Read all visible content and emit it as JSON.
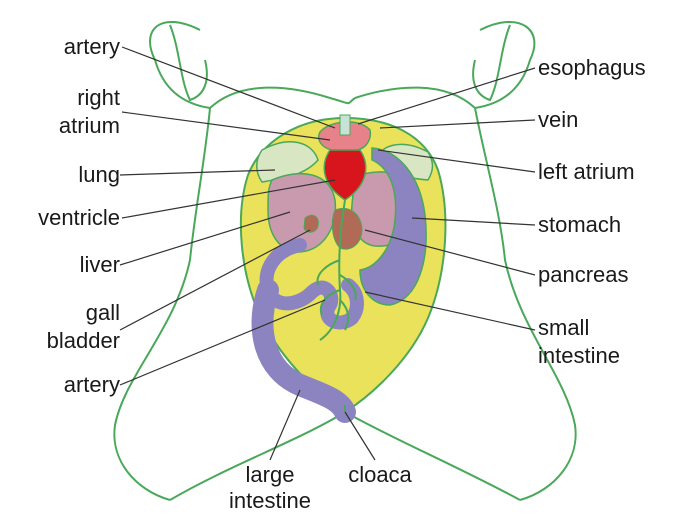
{
  "labels": {
    "artery_top": "artery",
    "right_atrium_1": "right",
    "right_atrium_2": "atrium",
    "lung": "lung",
    "ventricle": "ventricle",
    "liver": "liver",
    "gall_bladder_1": "gall",
    "gall_bladder_2": "bladder",
    "artery_bottom": "artery",
    "esophagus": "esophagus",
    "vein": "vein",
    "left_atrium": "left atrium",
    "stomach": "stomach",
    "pancreas": "pancreas",
    "small_intestine_1": "small",
    "small_intestine_2": "intestine",
    "large_intestine_1": "large",
    "large_intestine_2": "intestine",
    "cloaca": "cloaca"
  },
  "colors": {
    "outline": "#4aa85a",
    "body_cavity": "#e9e25a",
    "lung": "#d8e6c4",
    "liver": "#c99aae",
    "heart": "#d8141c",
    "atrium": "#e8828a",
    "intestine": "#8c84c0",
    "pancreas": "#b06a55",
    "leader": "#333333"
  }
}
